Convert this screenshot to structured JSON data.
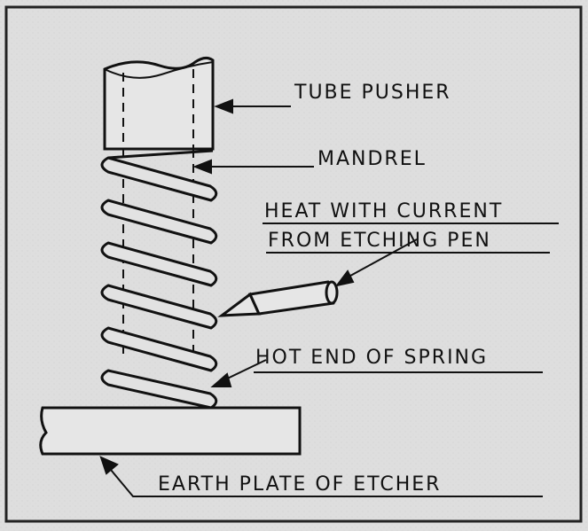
{
  "labels": {
    "tube_pusher": "TUBE PUSHER",
    "mandrel": "MANDREL",
    "heat_line1": "HEAT WITH CURRENT",
    "heat_line2": "FROM ETCHING PEN",
    "hot_end": "HOT END OF SPRING",
    "earth_plate": "EARTH PLATE OF ETCHER"
  },
  "colors": {
    "paper": "#e2e2e2",
    "ink": "#111111",
    "frame": "#222222"
  }
}
